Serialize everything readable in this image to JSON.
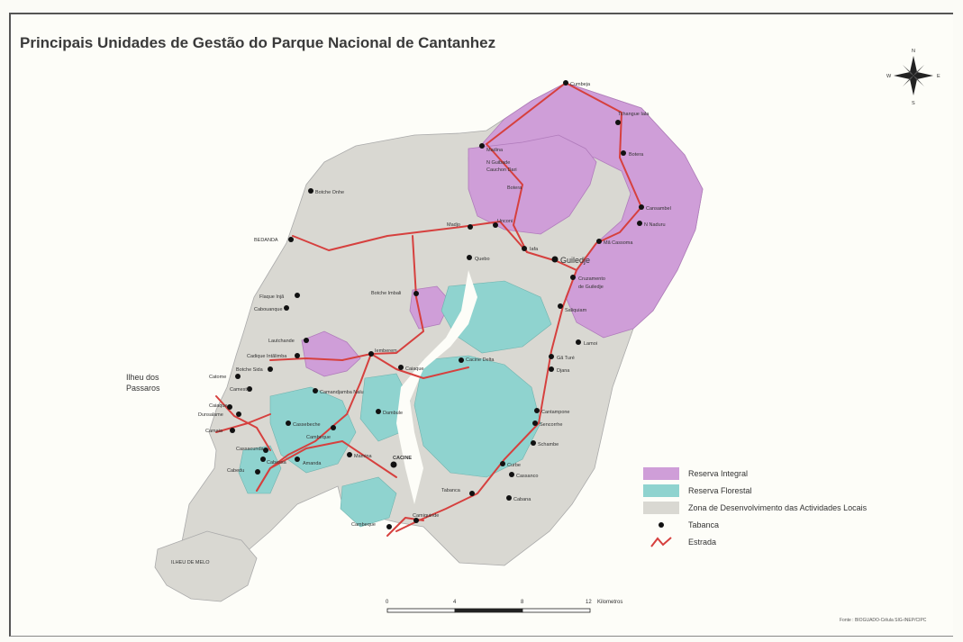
{
  "title": "Principais Unidades de Gestão do Parque Nacional de Cantanhez",
  "compass": {
    "n": "N",
    "s": "S",
    "e": "E",
    "w": "W"
  },
  "colors": {
    "reserva_integral": "#cf9ed8",
    "reserva_florestal": "#8fd3cf",
    "zona": "#d9d8d2",
    "estrada": "#d6403e",
    "tabanca": "#111111"
  },
  "legend": [
    {
      "key": "reserva_integral",
      "label": "Reserva Integral"
    },
    {
      "key": "reserva_florestal",
      "label": "Reserva Florestal"
    },
    {
      "key": "zona",
      "label": "Zona de Desenvolvimento das Actividades Locais"
    },
    {
      "key": "tabanca",
      "label": "Tabanca"
    },
    {
      "key": "estrada",
      "label": "Estrada"
    }
  ],
  "island_labels": {
    "ilheu_passaros": [
      "Ilheu dos",
      "Passaros"
    ],
    "ilheu_melo": "ILHEU DE MELO"
  },
  "villages": [
    {
      "name": "Cumbeja"
    },
    {
      "name": "Tchangue Iala"
    },
    {
      "name": "Botera"
    },
    {
      "name": "Madina"
    },
    {
      "name": "N Guibade"
    },
    {
      "name": "Cauchon Dari"
    },
    {
      "name": "Botera"
    },
    {
      "name": "Botche Onhe"
    },
    {
      "name": "Cansambel"
    },
    {
      "name": "N Naduru"
    },
    {
      "name": "Madjo"
    },
    {
      "name": "Unconi"
    },
    {
      "name": "BEDANDA"
    },
    {
      "name": "Mã Cassoma"
    },
    {
      "name": "Quebo"
    },
    {
      "name": "Iafa"
    },
    {
      "name": "Guiledje"
    },
    {
      "name": "Cruzamento"
    },
    {
      "name": "de Guiledje"
    },
    {
      "name": "Flaque Injã"
    },
    {
      "name": "Cabouanque"
    },
    {
      "name": "Botche Imbali"
    },
    {
      "name": "Saliquiam"
    },
    {
      "name": "Lautchande"
    },
    {
      "name": "Lamoi"
    },
    {
      "name": "Cadique Intãlimba"
    },
    {
      "name": "Iemberem"
    },
    {
      "name": "Botche Sida"
    },
    {
      "name": "Gã Turé"
    },
    {
      "name": "Caiaque"
    },
    {
      "name": "Catome"
    },
    {
      "name": "Camesté"
    },
    {
      "name": "Camandjamba Nalu"
    },
    {
      "name": "Caiaque"
    },
    {
      "name": "Dunsalame"
    },
    {
      "name": "Camaia"
    },
    {
      "name": "Cassebeche"
    },
    {
      "name": "Cassacunda"
    },
    {
      "name": "Cabessa"
    },
    {
      "name": "Cabedu"
    },
    {
      "name": "Mamina"
    },
    {
      "name": "CACINE"
    },
    {
      "name": "Cambeque"
    },
    {
      "name": "Amanda"
    },
    {
      "name": "Dambule"
    },
    {
      "name": "Cacine Delta"
    },
    {
      "name": "Djana"
    },
    {
      "name": "Cantampone"
    },
    {
      "name": "Sencorrhe"
    },
    {
      "name": "Schambe"
    },
    {
      "name": "Curbe"
    },
    {
      "name": "Cassanco"
    },
    {
      "name": "Cabana"
    },
    {
      "name": "Camiquinde"
    },
    {
      "name": "Cambeque"
    },
    {
      "name": "Tabanca"
    }
  ],
  "scale": {
    "ticks": [
      "0",
      "4",
      "8",
      "12"
    ],
    "unit": "Kilometros"
  },
  "source": "Fonte : BIOGUADO-Célula SIG-INEP/CIPC"
}
